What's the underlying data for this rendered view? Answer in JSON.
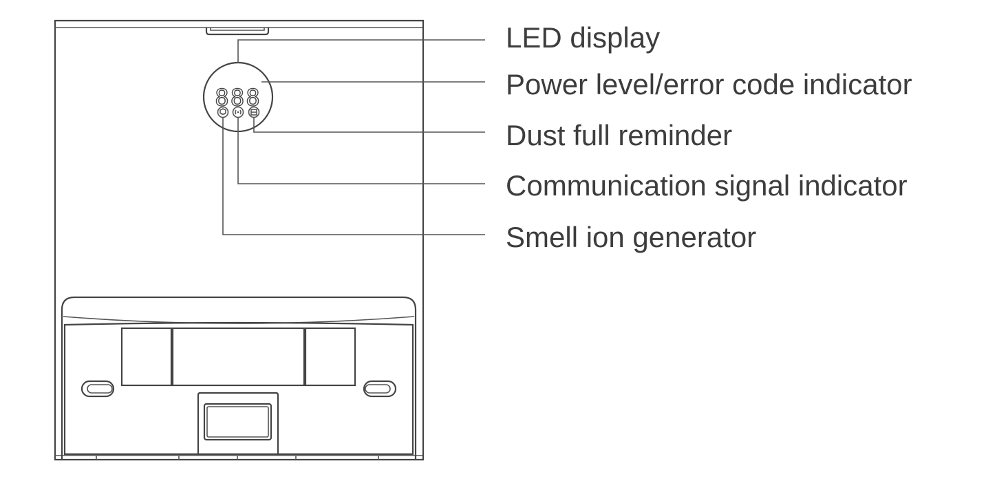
{
  "labels": {
    "led_display": "LED display",
    "power_indicator": "Power level/error code indicator",
    "dust_reminder": "Dust full reminder",
    "signal_indicator": "Communication signal indicator",
    "ion_generator": "Smell ion generator"
  },
  "led_readout": "888",
  "icons": [
    "shield-check-icon",
    "signal-waves-icon",
    "dust-bag-icon"
  ],
  "colors": {
    "line": "#444444",
    "text": "#3d3d3d",
    "background": "#ffffff"
  }
}
